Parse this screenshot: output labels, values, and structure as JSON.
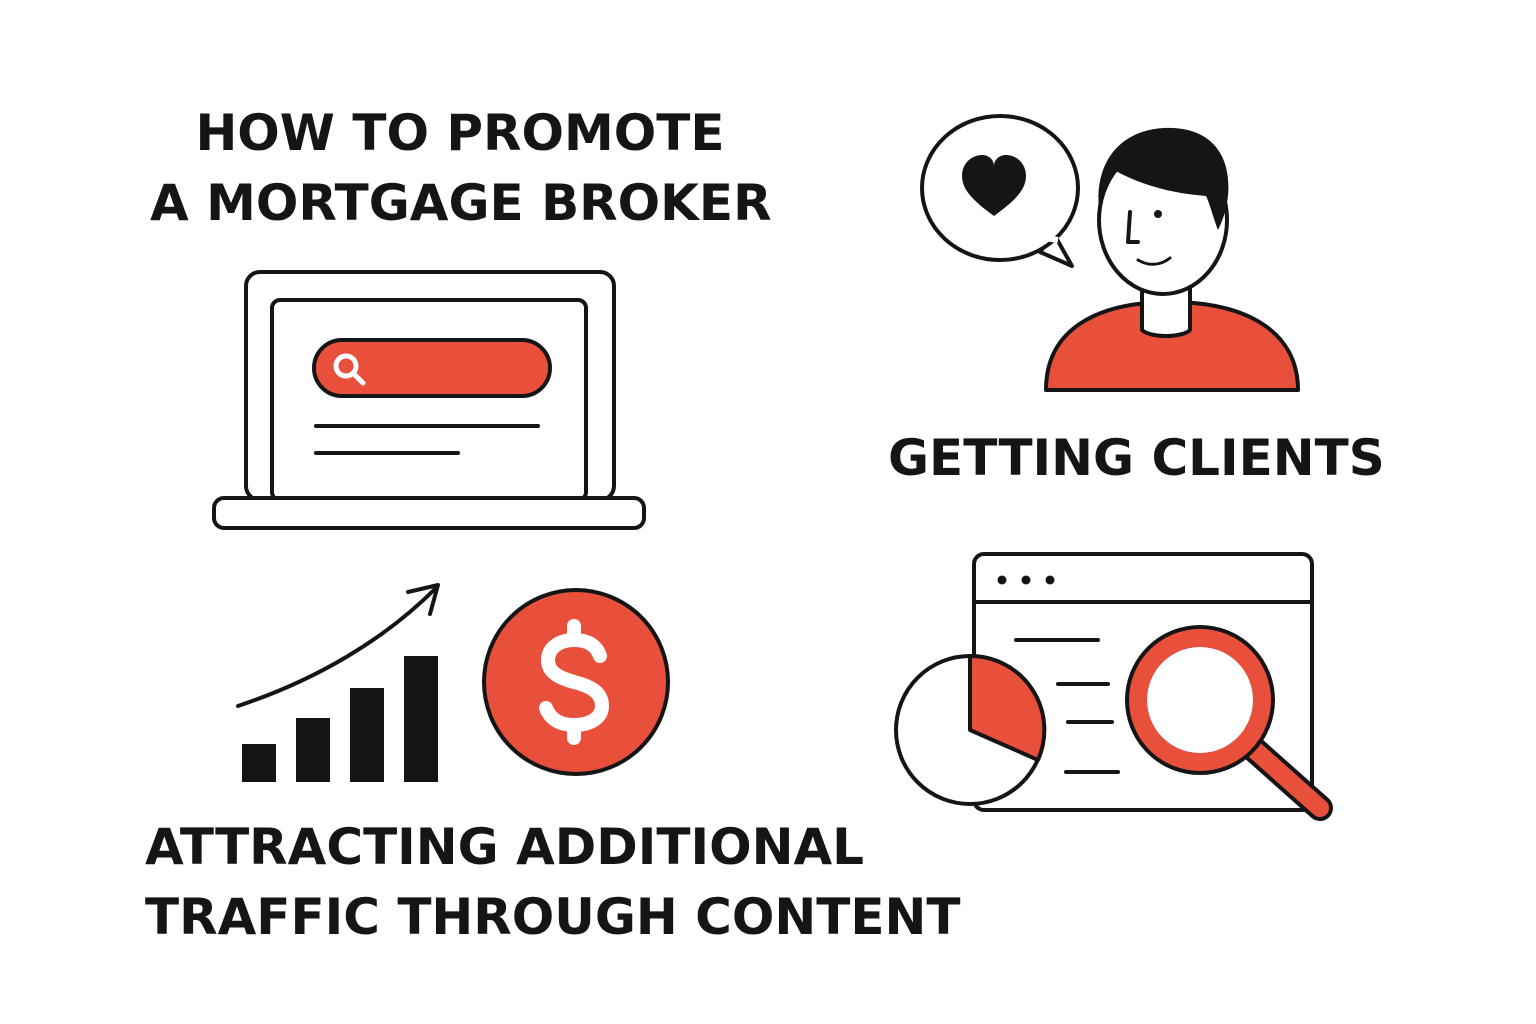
{
  "title": {
    "line1": "HOW TO PROMOTE",
    "line2": "A MORTGAGE BROKER"
  },
  "sections": {
    "getting_clients": {
      "label": "GETTING CLIENTS"
    },
    "traffic": {
      "line1": "ATTRACTING ADDITIONAL",
      "line2": "TRAFFIC THROUGH CONTENT"
    }
  },
  "illustrations": {
    "laptop": [
      "laptop-icon",
      "search-bar",
      "search-icon"
    ],
    "client": [
      "speech-bubble-icon",
      "heart-icon",
      "person-avatar"
    ],
    "growth": [
      "rising-trend-arrow-icon",
      "bar-chart-icon",
      "dollar-coin-icon",
      "dollar-sign-icon"
    ],
    "analytics": [
      "browser-window-icon",
      "pie-chart-icon",
      "magnifier-icon"
    ]
  },
  "colors": {
    "accent": "#e8503c",
    "ink": "#151515",
    "background": "#ffffff"
  }
}
